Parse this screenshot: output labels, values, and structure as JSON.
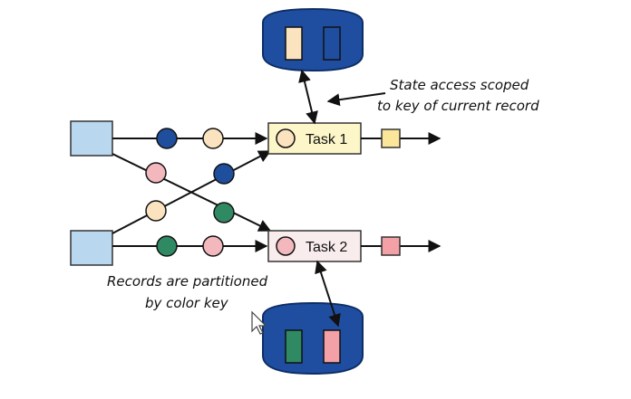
{
  "tasks": {
    "task1": {
      "label": "Task 1"
    },
    "task2": {
      "label": "Task 2"
    }
  },
  "annotations": {
    "state_access_line1": "State access scoped",
    "state_access_line2": "to key of current record",
    "partition_line1": "Records are partitioned",
    "partition_line2": "by color key"
  },
  "colors": {
    "navy": "#1f4e9c",
    "beige": "#fbe3c0",
    "pink": "#f2b8be",
    "green": "#2f8a64",
    "source_blue": "#b9d8f0",
    "task1_fill": "#fdf6c8",
    "task2_fill": "#f8ecec",
    "db_blue": "#1f4ea0",
    "output_yellow": "#fbe69a",
    "output_pink": "#f3a0a6"
  }
}
